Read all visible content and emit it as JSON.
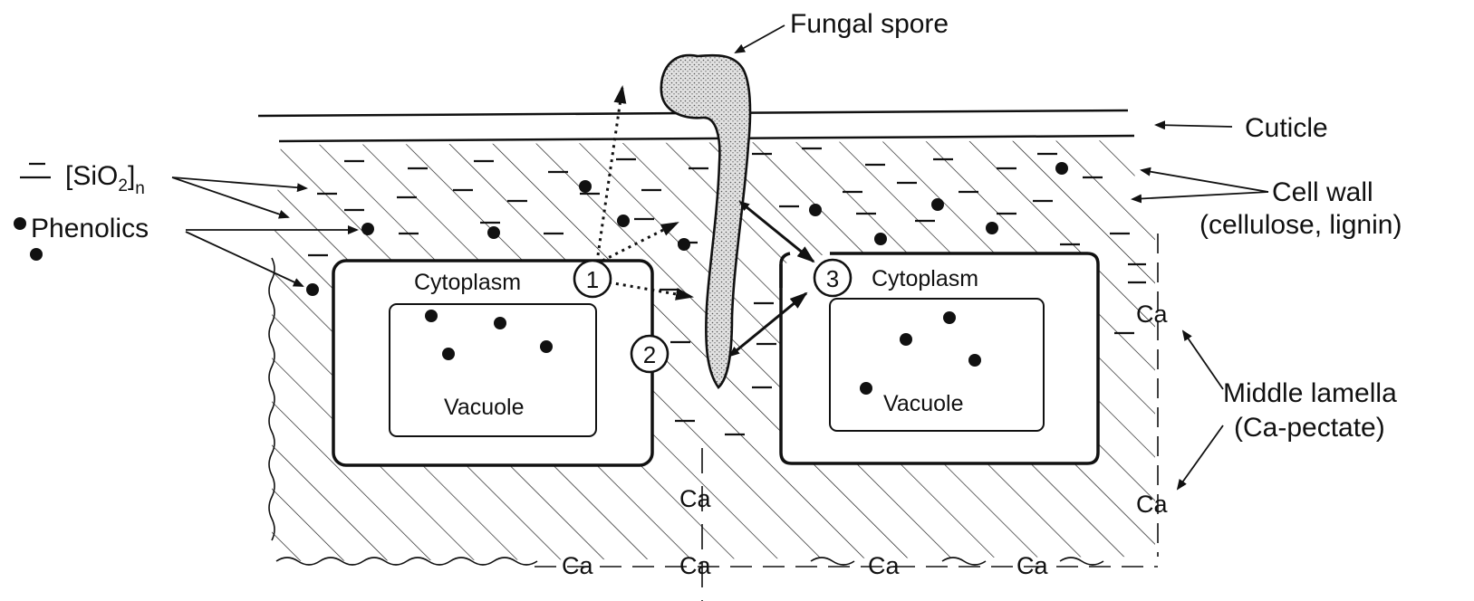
{
  "labels": {
    "fungal_spore": "Fungal spore",
    "cuticle": "Cuticle",
    "cell_wall_line1": "Cell wall",
    "cell_wall_line2": "(cellulose, lignin)",
    "middle_lamella_line1": "Middle lamella",
    "middle_lamella_line2": "(Ca-pectate)",
    "silica": "[SiO",
    "silica_sub": "2",
    "silica_close": "]",
    "silica_n": "n",
    "phenolics": "Phenolics",
    "cytoplasm_left": "Cytoplasm",
    "vacuole_left": "Vacuole",
    "cytoplasm_right": "Cytoplasm",
    "vacuole_right": "Vacuole",
    "ca_mid": "Ca",
    "ca_bottom_1": "Ca",
    "ca_bottom_2": "Ca",
    "ca_bottom_3": "Ca",
    "ca_bottom_4": "Ca",
    "ca_right_top": "Ca",
    "ca_right_bottom": "Ca"
  },
  "markers": [
    "1",
    "2",
    "3"
  ],
  "colors": {
    "ink": "#111111",
    "spore_fill": "#d6d6d6",
    "background": "#ffffff"
  }
}
